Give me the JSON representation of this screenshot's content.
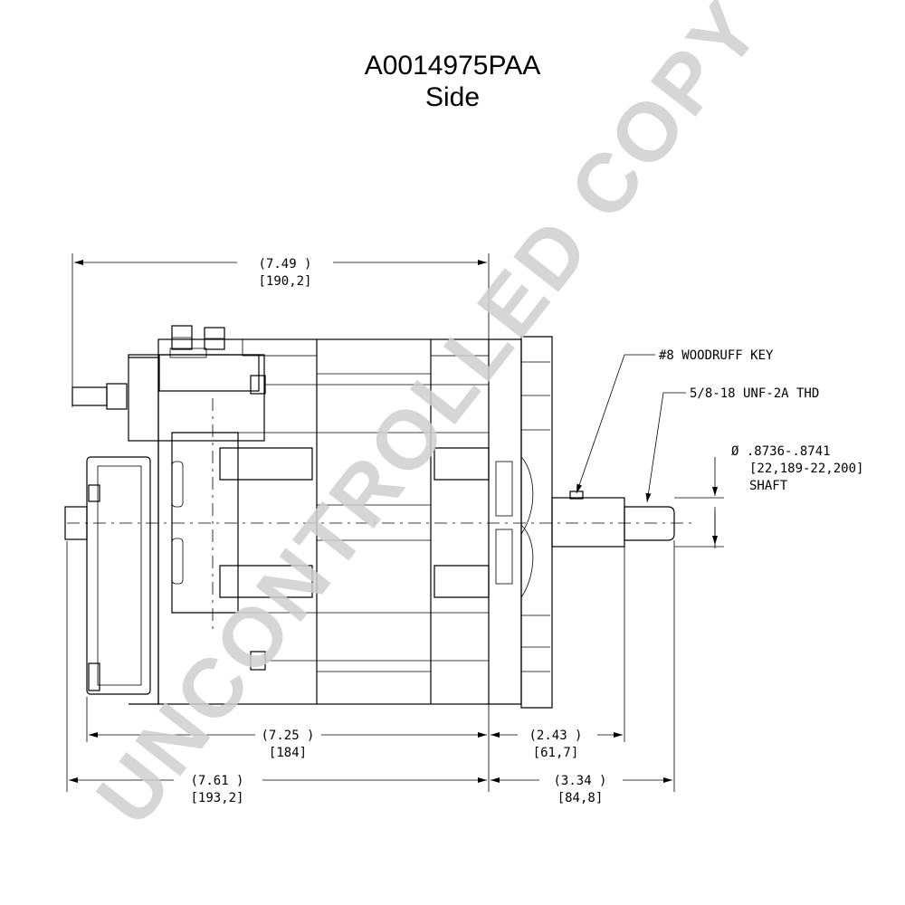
{
  "header": {
    "part_number": "A0014975PAA",
    "view": "Side"
  },
  "watermark": "UNCONTROLLED COPY",
  "dimensions": {
    "overall_top": {
      "inch": "(7.49    )",
      "mm": "[190,2]"
    },
    "body_length": {
      "inch": "(7.25  )",
      "mm": "[184]"
    },
    "overall_bottom": {
      "inch": "(7.61    )",
      "mm": "[193,2]"
    },
    "shaft_projection": {
      "inch": "(2.43    )",
      "mm": "[61,7]"
    },
    "shaft_total": {
      "inch": "(3.34    )",
      "mm": "[84,8]"
    }
  },
  "callouts": {
    "woodruff_key": "#8 WOODRUFF KEY",
    "thread": "5/8-18 UNF-2A THD",
    "shaft_diameter": "Ø .8736-.8741",
    "shaft_diameter_mm": "[22,189-22,200]",
    "shaft_label": "SHAFT"
  }
}
